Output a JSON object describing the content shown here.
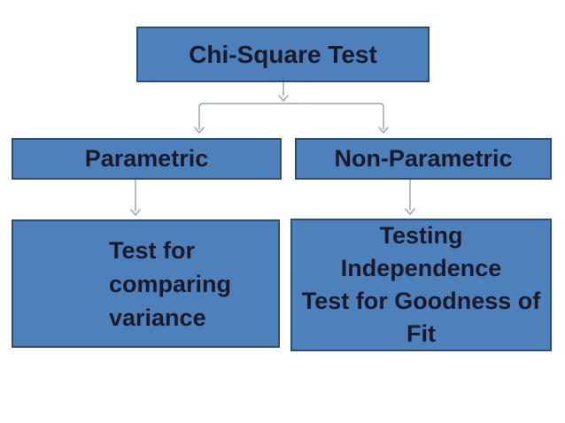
{
  "diagram": {
    "type": "flowchart",
    "background_color": "#ffffff",
    "colors": {
      "node_fill": "#4e80bc",
      "node_border": "#2f4d6e",
      "node_text": "#1a1a2b",
      "connector": "#94a3b2"
    },
    "nodes": {
      "root": {
        "label": "Chi-Square Test"
      },
      "parametric": {
        "label": "Parametric"
      },
      "non_parametric": {
        "label": "Non-Parametric"
      },
      "parametric_child": {
        "label": "Test for\ncomparing\nvariance"
      },
      "non_parametric_child": {
        "label": "Testing\nIndependence\nTest for Goodness of\nFit"
      }
    },
    "edges": [
      {
        "from": "root",
        "to": "branch-junction"
      },
      {
        "from": "branch-junction",
        "to": "parametric"
      },
      {
        "from": "branch-junction",
        "to": "non_parametric"
      },
      {
        "from": "parametric",
        "to": "parametric_child"
      },
      {
        "from": "non_parametric",
        "to": "non_parametric_child"
      }
    ]
  }
}
